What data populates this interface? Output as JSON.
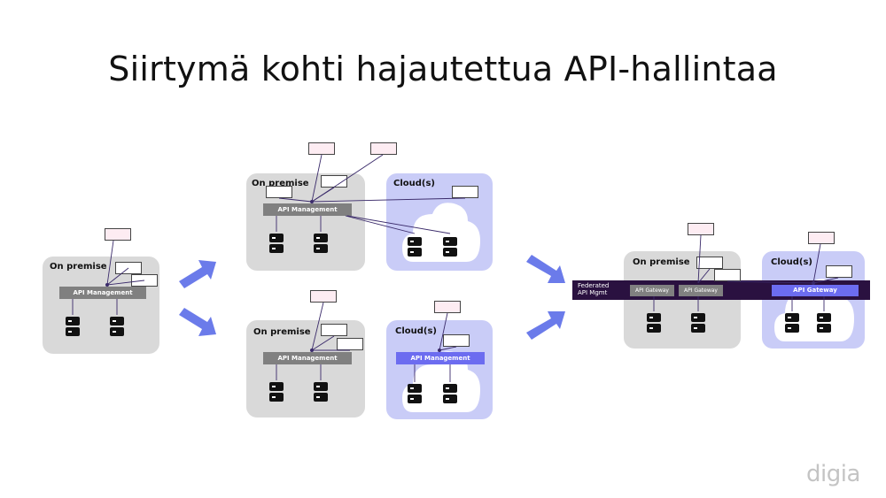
{
  "title": "Siirtymä kohti hajautettua API-hallintaa",
  "labels": {
    "on_premise": "On premise",
    "clouds": "Cloud(s)",
    "api_management": "API Management",
    "api_gateway": "API Gateway",
    "federated": "Federated\nAPI Mgmt"
  },
  "colors": {
    "panel_gray": "#d9d9d9",
    "cloud_lavender": "#c9ccf7",
    "management_bar": "#808080",
    "gateway_blue": "#6c6cf0",
    "federated_bar": "#2a1140",
    "arrow_blue": "#6b7bea"
  },
  "brand": "digia"
}
